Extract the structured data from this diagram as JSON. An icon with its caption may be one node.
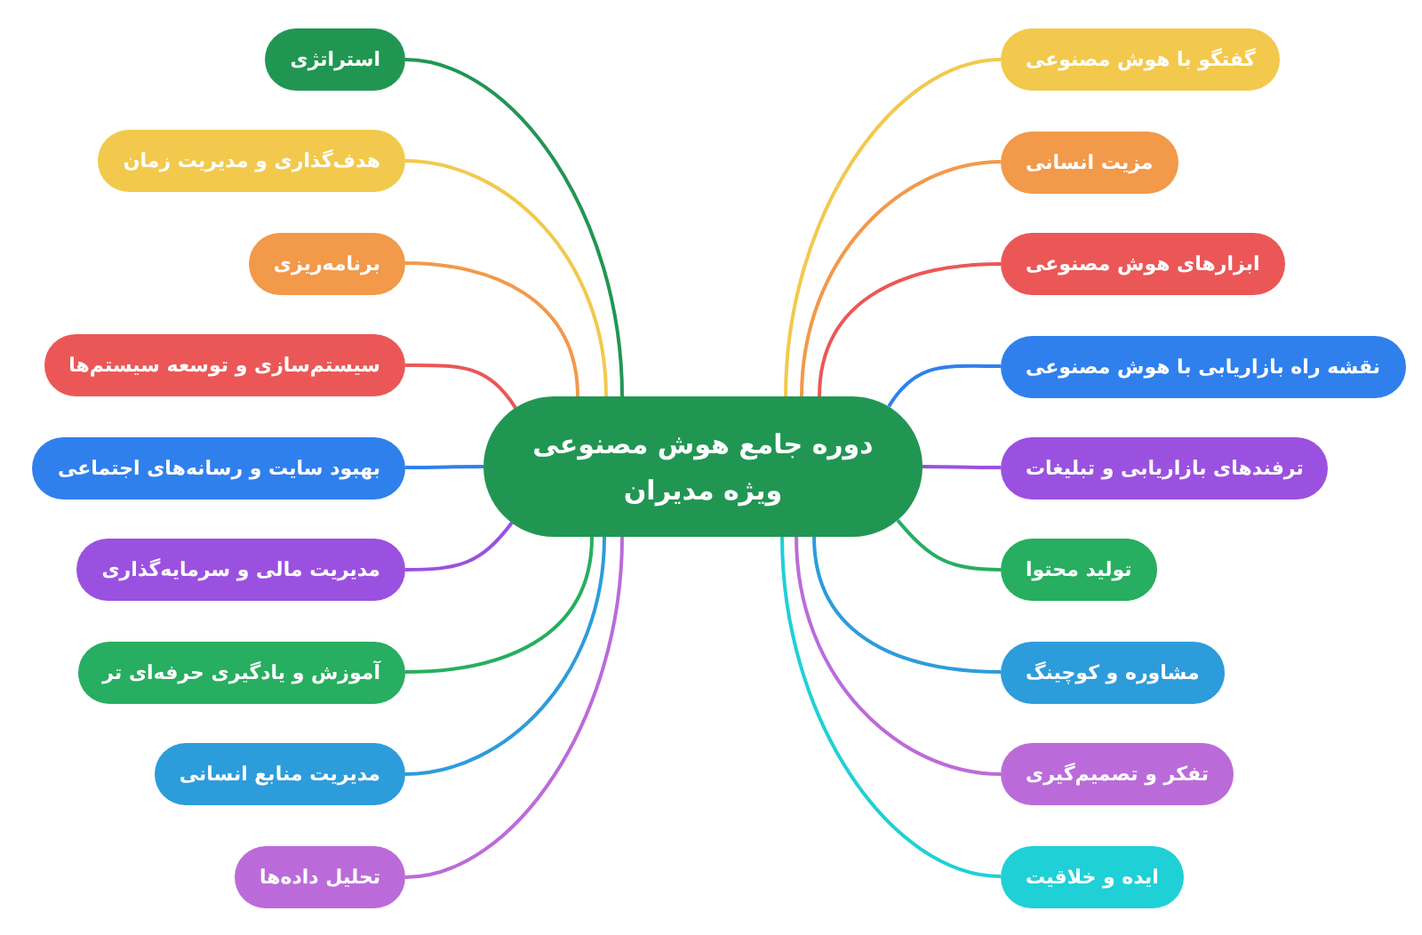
{
  "diagram": {
    "nodes": [
      {
        "text": [
          "دوره جامع هوش مصنوعی ویژه مدیران"
        ]
      },
      {
        "text": [
          "گفتگو با هوش مصنوعی"
        ]
      },
      {
        "text": [
          "مزیت انسانی"
        ]
      },
      {
        "text": [
          "ابزارهای هوش مصنوعی"
        ]
      },
      {
        "text": [
          "نقشه راه بازاریابی با هوش مصنوعی"
        ]
      },
      {
        "text": [
          "ترفندهای بازاریابی و تبلیغات"
        ]
      },
      {
        "text": [
          "تولید محتوا"
        ]
      },
      {
        "text": [
          "مشاوره و کوچینگ"
        ]
      },
      {
        "text": [
          "تفکر و تصمیم‌گیری"
        ]
      },
      {
        "text": [
          "ایده و خلاقیت"
        ]
      },
      {
        "text": [
          "استراتژی"
        ]
      },
      {
        "text": [
          "هدف‌گذاری و مدیریت زمان"
        ]
      },
      {
        "text": [
          "برنامه‌ریزی"
        ]
      },
      {
        "text": [
          "سیستم‌سازی و توسعه سیستم‌ها"
        ]
      },
      {
        "text": [
          "بهبود سایت و رسانه‌های اجتماعی"
        ]
      },
      {
        "text": [
          "مدیریت مالی و سرمایه‌گذاری"
        ]
      },
      {
        "text": [
          "آموزش و یادگیری حرفه‌ای تر"
        ]
      },
      {
        "text": [
          "مدیریت منابع انسانی"
        ]
      },
      {
        "text": [
          "تحلیل داده‌ها"
        ]
      }
    ],
    "edges": [
      {
        "from": 0,
        "to": 1,
        "arrow": "none",
        "color": "#f2c94c"
      },
      {
        "from": 0,
        "to": 2,
        "arrow": "none",
        "color": "#f2994a"
      },
      {
        "from": 0,
        "to": 3,
        "arrow": "none",
        "color": "#eb5757"
      },
      {
        "from": 0,
        "to": 4,
        "arrow": "none",
        "color": "#2f80ed"
      },
      {
        "from": 0,
        "to": 5,
        "arrow": "none",
        "color": "#9b51e0"
      },
      {
        "from": 0,
        "to": 6,
        "arrow": "none",
        "color": "#27ae60"
      },
      {
        "from": 0,
        "to": 7,
        "arrow": "none",
        "color": "#2d9cdb"
      },
      {
        "from": 0,
        "to": 8,
        "arrow": "none",
        "color": "#bb6bd9"
      },
      {
        "from": 0,
        "to": 9,
        "arrow": "none",
        "color": "#1fd0d6"
      },
      {
        "from": 0,
        "to": 10,
        "arrow": "none",
        "color": "#219653"
      },
      {
        "from": 0,
        "to": 11,
        "arrow": "none",
        "color": "#f2c94c"
      },
      {
        "from": 0,
        "to": 12,
        "arrow": "none",
        "color": "#f2994a"
      },
      {
        "from": 0,
        "to": 13,
        "arrow": "none",
        "color": "#eb5757"
      },
      {
        "from": 0,
        "to": 14,
        "arrow": "none",
        "color": "#2f80ed"
      },
      {
        "from": 0,
        "to": 15,
        "arrow": "none",
        "color": "#9b51e0"
      },
      {
        "from": 0,
        "to": 16,
        "arrow": "none",
        "color": "#27ae60"
      },
      {
        "from": 0,
        "to": 17,
        "arrow": "none",
        "color": "#2d9cdb"
      },
      {
        "from": 0,
        "to": 18,
        "arrow": "none",
        "color": "#bb6bd9"
      }
    ]
  }
}
